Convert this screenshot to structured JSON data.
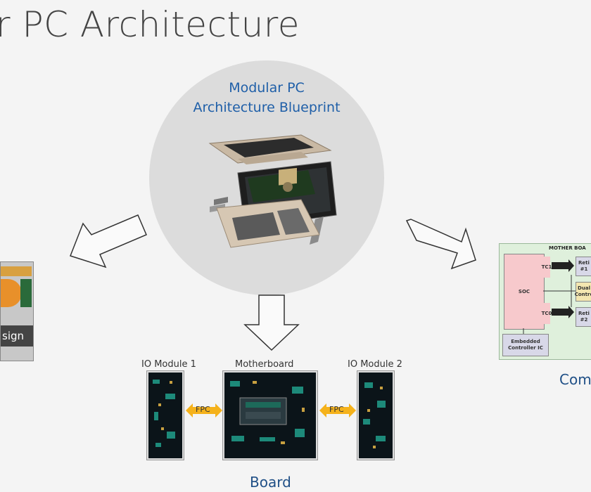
{
  "title": "r PC Architecture",
  "blueprint": {
    "line1": "Modular PC",
    "line2": "Architecture Blueprint"
  },
  "left_panel": {
    "label": "sign"
  },
  "board": {
    "io1": "IO Module 1",
    "motherboard": "Motherboard",
    "io2": "IO Module 2",
    "fpc": "FPC",
    "caption": "Board"
  },
  "right_panel": {
    "header": "MOTHER BOA",
    "soc": "SOC",
    "tc1": "TC1",
    "tc0": "TC0",
    "reti1": "Reti\n#1",
    "dual": "Dual\nContro",
    "reti2": "Reti\n#2",
    "ec": "Embedded\nController IC",
    "caption": "Com"
  },
  "colors": {
    "accent": "#1f5fa8",
    "fpc_arrow": "#f5b21b",
    "mb_bg": "#dff0dc",
    "soc_bg": "#f7c9cc"
  }
}
